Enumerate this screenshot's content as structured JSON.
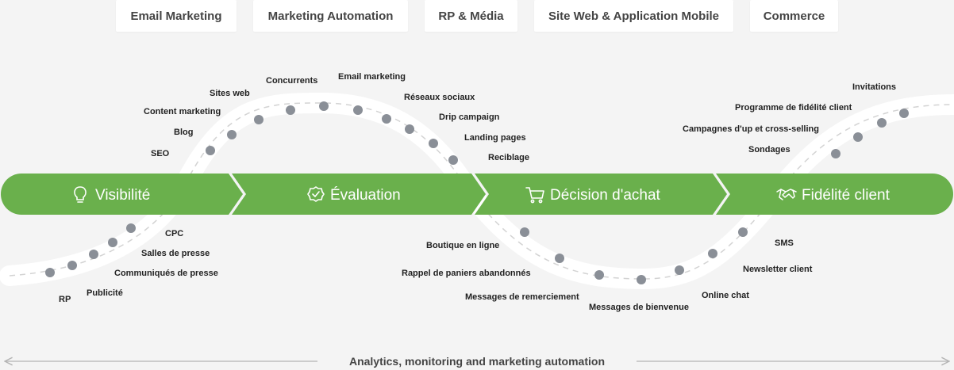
{
  "colors": {
    "background": "#f4f4f4",
    "road": "#ffffff",
    "dot": "#8a8f97",
    "arrow_band": "#6ab04c",
    "arrow_text": "#ffffff",
    "tab_bg": "#ffffff",
    "tab_text": "#444444"
  },
  "tabs": [
    "Email Marketing",
    "Marketing Automation",
    "RP & Média",
    "Site Web & Application Mobile",
    "Commerce"
  ],
  "stages": [
    {
      "label": "Visibilité",
      "icon": "lightbulb-icon"
    },
    {
      "label": "Évaluation",
      "icon": "check-badge-icon"
    },
    {
      "label": "Décision d'achat",
      "icon": "shopping-cart-icon"
    },
    {
      "label": "Fidélité client",
      "icon": "handshake-icon"
    }
  ],
  "touchpoints": {
    "visibility": [
      "RP",
      "Publicité",
      "Communiqués de presse",
      "Salles de presse",
      "CPC",
      "SEO",
      "Blog",
      "Content marketing",
      "Sites web"
    ],
    "evaluation": [
      "Concurrents",
      "Email marketing",
      "Réseaux sociaux",
      "Drip campaign",
      "Landing pages",
      "Reciblage"
    ],
    "decision": [
      "Boutique en ligne",
      "Rappel de paniers abandonnés",
      "Messages de remerciement",
      "Messages de bienvenue",
      "Online chat"
    ],
    "loyalty": [
      "SMS",
      "Newsletter client",
      "Sondages",
      "Campagnes d'up et cross-selling",
      "Programme de fidélité client",
      "Invitations"
    ]
  },
  "footer": {
    "label": "Analytics, monitoring and marketing automation"
  }
}
